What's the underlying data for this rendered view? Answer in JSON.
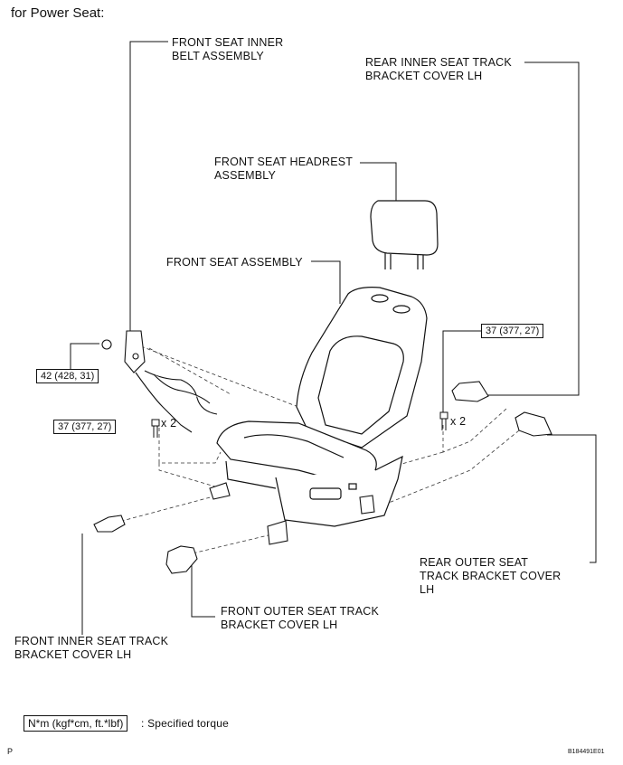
{
  "heading": "for Power Seat:",
  "labels": {
    "front_seat_inner_belt": [
      "FRONT SEAT INNER",
      "BELT ASSEMBLY"
    ],
    "rear_inner_track_cover": [
      "REAR INNER SEAT TRACK",
      "BRACKET COVER LH"
    ],
    "headrest": [
      "FRONT SEAT HEADREST",
      "ASSEMBLY"
    ],
    "seat_assembly": [
      "FRONT SEAT ASSEMBLY"
    ],
    "rear_outer_track_cover": [
      "REAR OUTER SEAT",
      "TRACK BRACKET COVER",
      "LH"
    ],
    "front_outer_track_cover": [
      "FRONT OUTER SEAT TRACK",
      "BRACKET COVER LH"
    ],
    "front_inner_track_cover": [
      "FRONT INNER SEAT TRACK",
      "BRACKET COVER LH"
    ]
  },
  "torques": {
    "belt_anchor": "42 (428, 31)",
    "front_bolts": "37 (377, 27)",
    "rear_bolts": "37 (377, 27)"
  },
  "multipliers": {
    "front_bolts": "x 2",
    "rear_bolts": "x 2"
  },
  "legend": {
    "unit_box": "N*m (kgf*cm, ft.*lbf)",
    "text": ": Specified torque"
  },
  "footer": {
    "left": "P",
    "right": "B184491E01"
  }
}
